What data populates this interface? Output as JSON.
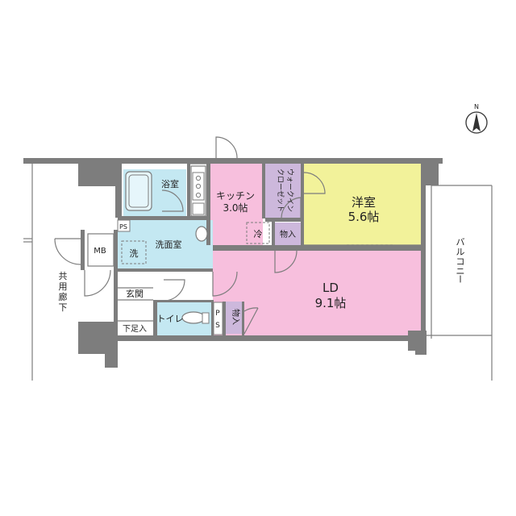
{
  "rooms": {
    "western": {
      "name": "洋室",
      "size": "5.6帖",
      "color": "#f2f29a"
    },
    "kitchen": {
      "name": "キッチン",
      "size": "3.0帖",
      "color": "#f7bfdd"
    },
    "walkin_closet": {
      "line1": "ウォークイン",
      "line2": "クローゼット",
      "color": "#cdb8dc"
    },
    "bathroom": {
      "name": "浴室",
      "color": "#c4e8f2"
    },
    "washroom": {
      "name": "洗面室",
      "color": "#c4e8f2"
    },
    "toilet": {
      "name": "トイレ",
      "color": "#c4e8f2"
    },
    "living": {
      "name": "LD",
      "size": "9.1帖",
      "color": "#f7bfdd"
    },
    "storage_kitchen": {
      "name": "物入",
      "color": "#cdb8dc"
    },
    "storage_hall": {
      "name": "物入",
      "color": "#cdb8dc"
    },
    "entrance": {
      "name": "玄関"
    },
    "shoe_storage": {
      "name": "下足入"
    }
  },
  "labels": {
    "mb": "MB",
    "ps_top": "PS",
    "ps_hall_p": "P",
    "ps_hall_s": "S",
    "fridge": "冷",
    "washer": "洗",
    "corridor": [
      "共",
      "用",
      "廊",
      "下"
    ],
    "balcony": [
      "バ",
      "ル",
      "コ",
      "ニ",
      "ー"
    ],
    "north": "N"
  }
}
